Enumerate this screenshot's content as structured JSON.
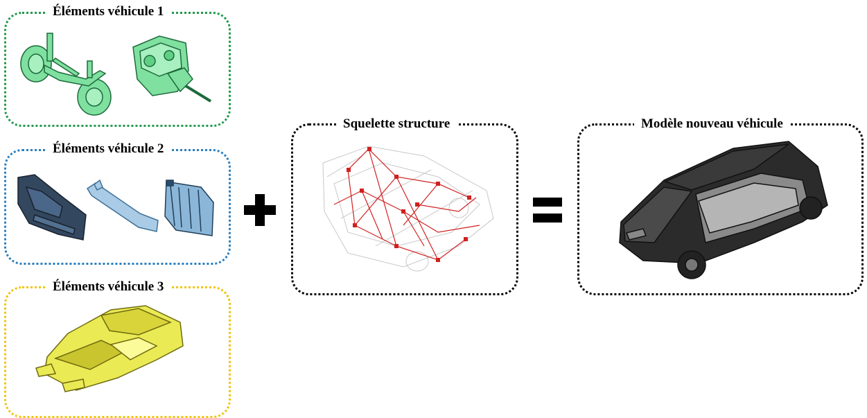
{
  "panels": {
    "vehicle1": {
      "title": "Éléments véhicule 1",
      "color": "#1e9a4a"
    },
    "vehicle2": {
      "title": "Éléments véhicule 2",
      "color": "#2a7fc0"
    },
    "vehicle3": {
      "title": "Éléments véhicule 3",
      "color": "#f2c40a"
    },
    "skeleton": {
      "title": "Squelette structure",
      "color": "#000000"
    },
    "model": {
      "title": "Modèle nouveau véhicule",
      "color": "#000000"
    }
  },
  "operators": {
    "plus": "plus-icon",
    "equals": "equals-icon"
  }
}
